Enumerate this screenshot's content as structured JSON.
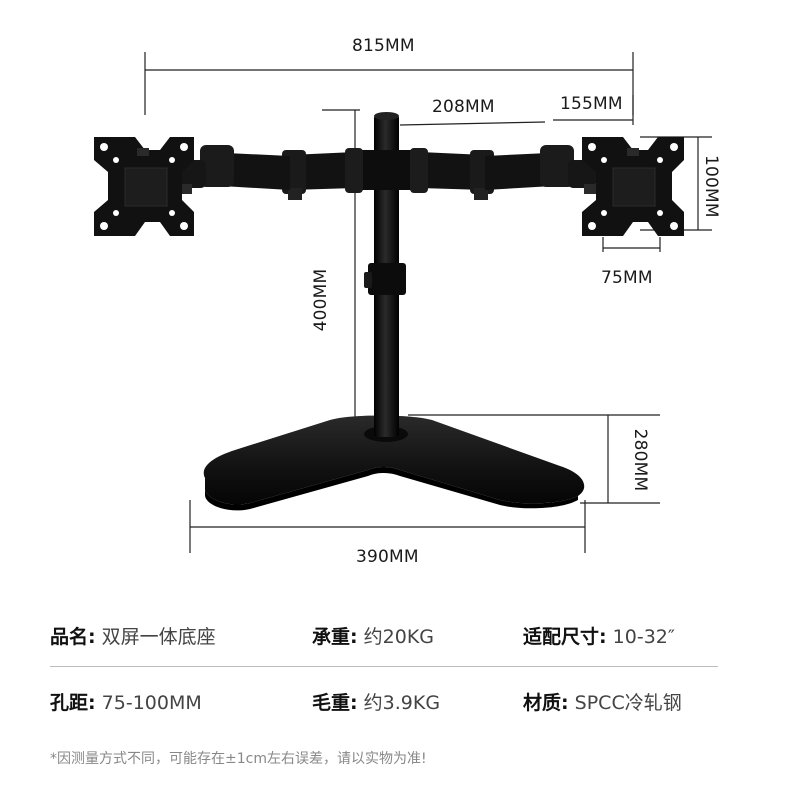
{
  "dimensions": {
    "total_width": "815MM",
    "arm_length": "208MM",
    "arm_end": "155MM",
    "vesa_height": "100MM",
    "vesa_width": "75MM",
    "pole_height": "400MM",
    "base_depth": "280MM",
    "base_width": "390MM"
  },
  "specs": {
    "row1": [
      {
        "key": "品名:",
        "value": "双屏一体底座"
      },
      {
        "key": "承重:",
        "value": "约20KG"
      },
      {
        "key": "适配尺寸:",
        "value": "10-32″"
      }
    ],
    "row2": [
      {
        "key": "孔距:",
        "value": "75-100MM"
      },
      {
        "key": "毛重:",
        "value": "约3.9KG"
      },
      {
        "key": "材质:",
        "value": "SPCC冷轧钢"
      }
    ]
  },
  "note": "*因测量方式不同，可能存在±1cm左右误差，请以实物为准!",
  "colors": {
    "product": "#111111",
    "dimension_line": "#222222",
    "divider": "#bdbdbd"
  }
}
